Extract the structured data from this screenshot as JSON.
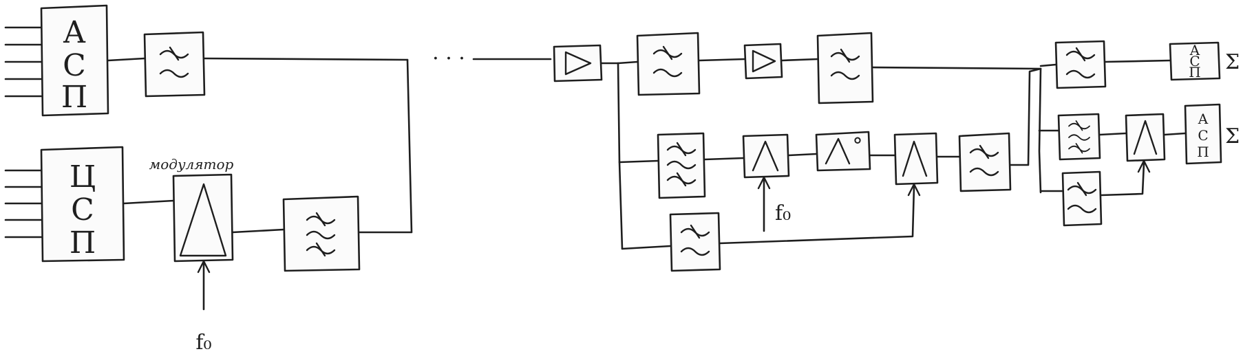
{
  "blocks": {
    "dac_top": [
      "А",
      "С",
      "П"
    ],
    "dac_bottom": [
      "Ц",
      "С",
      "П"
    ],
    "adc_out_1": [
      "А",
      "С",
      "П"
    ],
    "adc_out_2": [
      "А",
      "С",
      "П"
    ]
  },
  "labels": {
    "modulator": "модулятор",
    "f0_left": "f₀",
    "f0_mid": "f₀",
    "ellipsis": "· · ·",
    "sum_1": "Σ",
    "sum_2": "Σ",
    "mult_power": "°"
  }
}
